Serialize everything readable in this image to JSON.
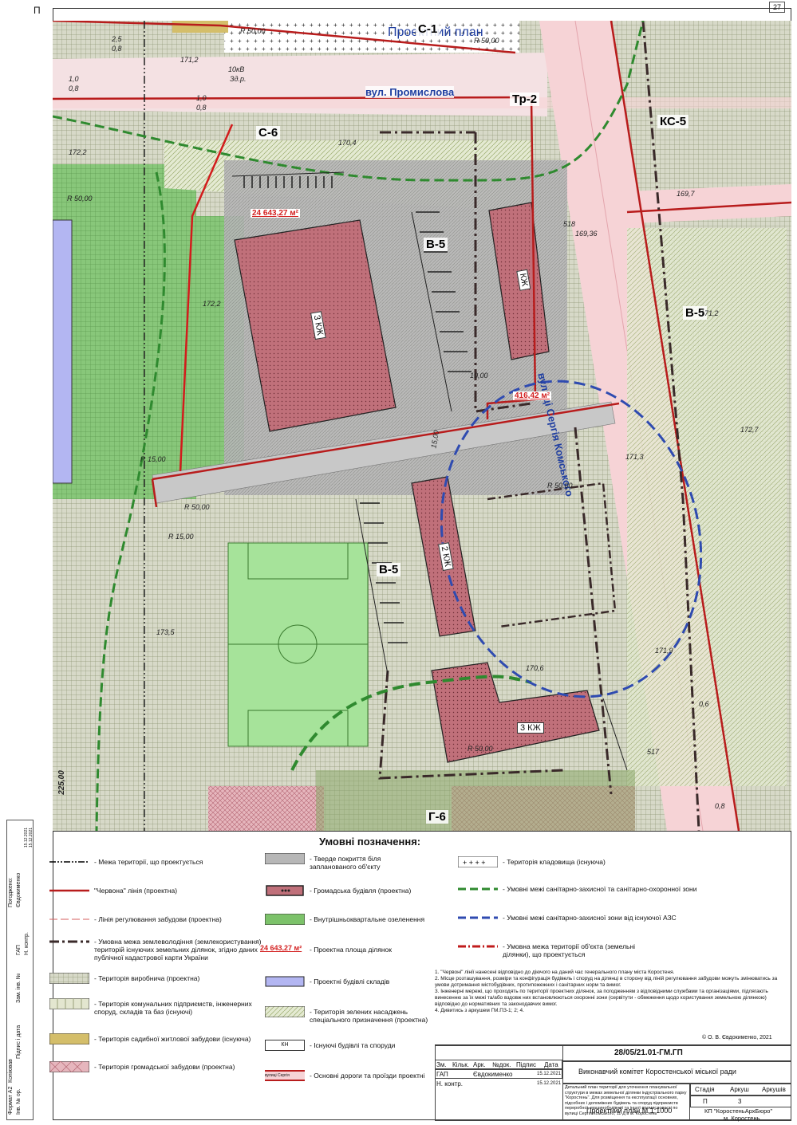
{
  "header": {
    "title": "Проектний план",
    "page_number": "27",
    "north_mark": "П"
  },
  "colors": {
    "red_line": "#b81c1c",
    "road_pink": "#f6d3d6",
    "building_fill": "#c0707a",
    "green_zone": "#7cc26a",
    "industrial_hatch": "#a9b38d",
    "sanitary_green": "#2f8a2f",
    "sanitary_blue": "#2f4bb0",
    "title_blue": "#1f3ea0"
  },
  "map": {
    "zones": {
      "c1": "С-1",
      "tr2": "Тр-2",
      "ks5": "КС-5",
      "c6": "С-6",
      "v5_a": "В-5",
      "v5_b": "В-5",
      "v5_c": "В-5",
      "g6": "Г-6"
    },
    "streets": {
      "promyslova": "вул. Промислова",
      "komskoho": "вулиці Сергія Комського"
    },
    "buildings": {
      "b1": "3 КЖ",
      "b2": "КЖ",
      "b3": "2 КЖ",
      "b4": "3 КЖ"
    },
    "areas": {
      "main": "24 643,27 м²",
      "small": "416,42 м²"
    },
    "annotations": {
      "r50_top": "R 50,00",
      "r50_top2": "R 50,00",
      "r50_left": "R 50,00",
      "r15_a": "R 15,00",
      "r50_mid": "R 50,00",
      "r15_b": "R 15,00",
      "r50_right": "R 50,00",
      "r50_bottom": "R 50,00",
      "d_10": "10,00",
      "d_15": "15,00",
      "d_225": "225,00",
      "elev_1712": "171,2",
      "elev_1722": "172,2",
      "elev_1704": "170,4",
      "elev_1697": "169,7",
      "elev_16936": "169,36",
      "elev_1712b": "171,2",
      "elev_1727": "172,7",
      "elev_1713": "171,3",
      "elev_1719": "171,9",
      "elev_1706": "170,6",
      "elev_1735": "173,5",
      "elev_1722b": "172,2",
      "sz_25": "2,5",
      "sz_08": "0,8",
      "sz_10": "1,0",
      "sz_08b": "0,8",
      "sz_10b": "1,0",
      "sz_08c": "0,8",
      "kv10": "10кВ",
      "zdr": "Зд.р.",
      "sz_06": "0,6",
      "sz_08d": "0,8",
      "mark_517": "517",
      "mark_518": "518"
    }
  },
  "legend": {
    "title": "Умовні позначення:",
    "items": [
      "- Межа території, що проектується",
      "\"Червона\" лінія (проектна)",
      "- Лінія регулювання забудови (проектна)",
      "- Умовна межа землеволодіння (землекористування) територій існуючих земельних ділянок, згідно даних публічної кадастрової карти України",
      "- Територія виробнича (проектна)",
      "- Територія комунальних підприємств, інженерних споруд, складів та баз (існуючі)",
      "- Територія садибної житлової забудови (існуюча)",
      "- Територія громадської забудови (проектна)",
      "- Тверде покриття біля запланованого об'єкту",
      "- Громадська будівля (проектна)",
      "- Внутрішньоквартальне озеленення",
      "- Проектна площа ділянок",
      "- Проектні будівлі складів",
      "- Територія зелених насаджень спеціального призначення (проектна)",
      "- Існуючі будівлі та споруди",
      "- Основні дороги та проїзди проектні",
      "- Територія кладовища (існуюча)",
      "- Умовні межі санітарно-захисної та санітарно-охоронної зони",
      "- Умовні межі санітарно-захисної зони від існуючої АЗС",
      "- Умовна межа території об'єкта (земельні ділянки), що проектується"
    ],
    "area_sample": "24 643,27 м²",
    "kn_sample": "КН",
    "road_sample": "вулиці Сергія Комського"
  },
  "notes": [
    "1. \"Червоні\" лінії нанесені відповідно до діючого на даний час генерального плану міста Коростеня.",
    "2. Місце розташування, розміри та конфігурація будівель і споруд на ділянці в сторону від ліній регулювання забудови можуть змінюватись за умови дотримання містобудівних, протипожежних і санітарних норм та вимог.",
    "3. Інженерні мережі, що проходять по території проектних ділянок, за погодженням з відповідними службами та організаціями, підлягають винесенню за їх межі та/або вздовж них встановлюються охоронні зони (сервітути - обмеження щодо користування земельною ділянкою) відповідно до нормативних та законодавчих вимог.",
    "4. Дивитись з аркушем ГМ.ПЗ-1; 2; 4."
  ],
  "copyright": "© О. В. Євдокименко, 2021",
  "title_block": {
    "code": "28/05/21.01-ГМ.ГП",
    "client": "Виконавчий комітет Коростенської міської ради",
    "headers": [
      "Зм.",
      "Кільк.",
      "Арк.",
      "№док.",
      "Підпис",
      "Дата"
    ],
    "gap": "ГАП",
    "gap_name": "Євдокименко",
    "gap_date": "15.12.2021",
    "n_kontr": "Н. контр.",
    "n_kontr_date": "15.12.2021",
    "description": "Детальний план території для уточнення планувальної структури в межах земельної ділянки індустріального парку \"Коростень\". Для розміщення та експлуатації основних, підсобних і допоміжних будівель та споруд підприємств переробної, машинобудівної та іншої промисловості по вулиці Сергія Комського, 11-Д в м. Коростень",
    "stage_label": "Стадія",
    "sheet_label": "Аркуш",
    "sheets_label": "Аркушів",
    "stage": "П",
    "sheet": "3",
    "sheets": "",
    "plan_name": "Проектний план М 1:1000",
    "org": "КП \"КоростеньАрхБюро\"",
    "city": "м. Коростень"
  },
  "sidebar": {
    "format": "Формат А2",
    "copied": "Копіював",
    "agreed": "Погоджено:",
    "inv_no": "Інв. № ор.",
    "sign_date": "Підпис і дата",
    "zam_inv": "Зам. інв. №",
    "gap": "ГАП",
    "n_kontr": "Н. контр.",
    "name": "Євдокименко",
    "date1": "15.12.2021",
    "date2": "15.12.2021"
  }
}
